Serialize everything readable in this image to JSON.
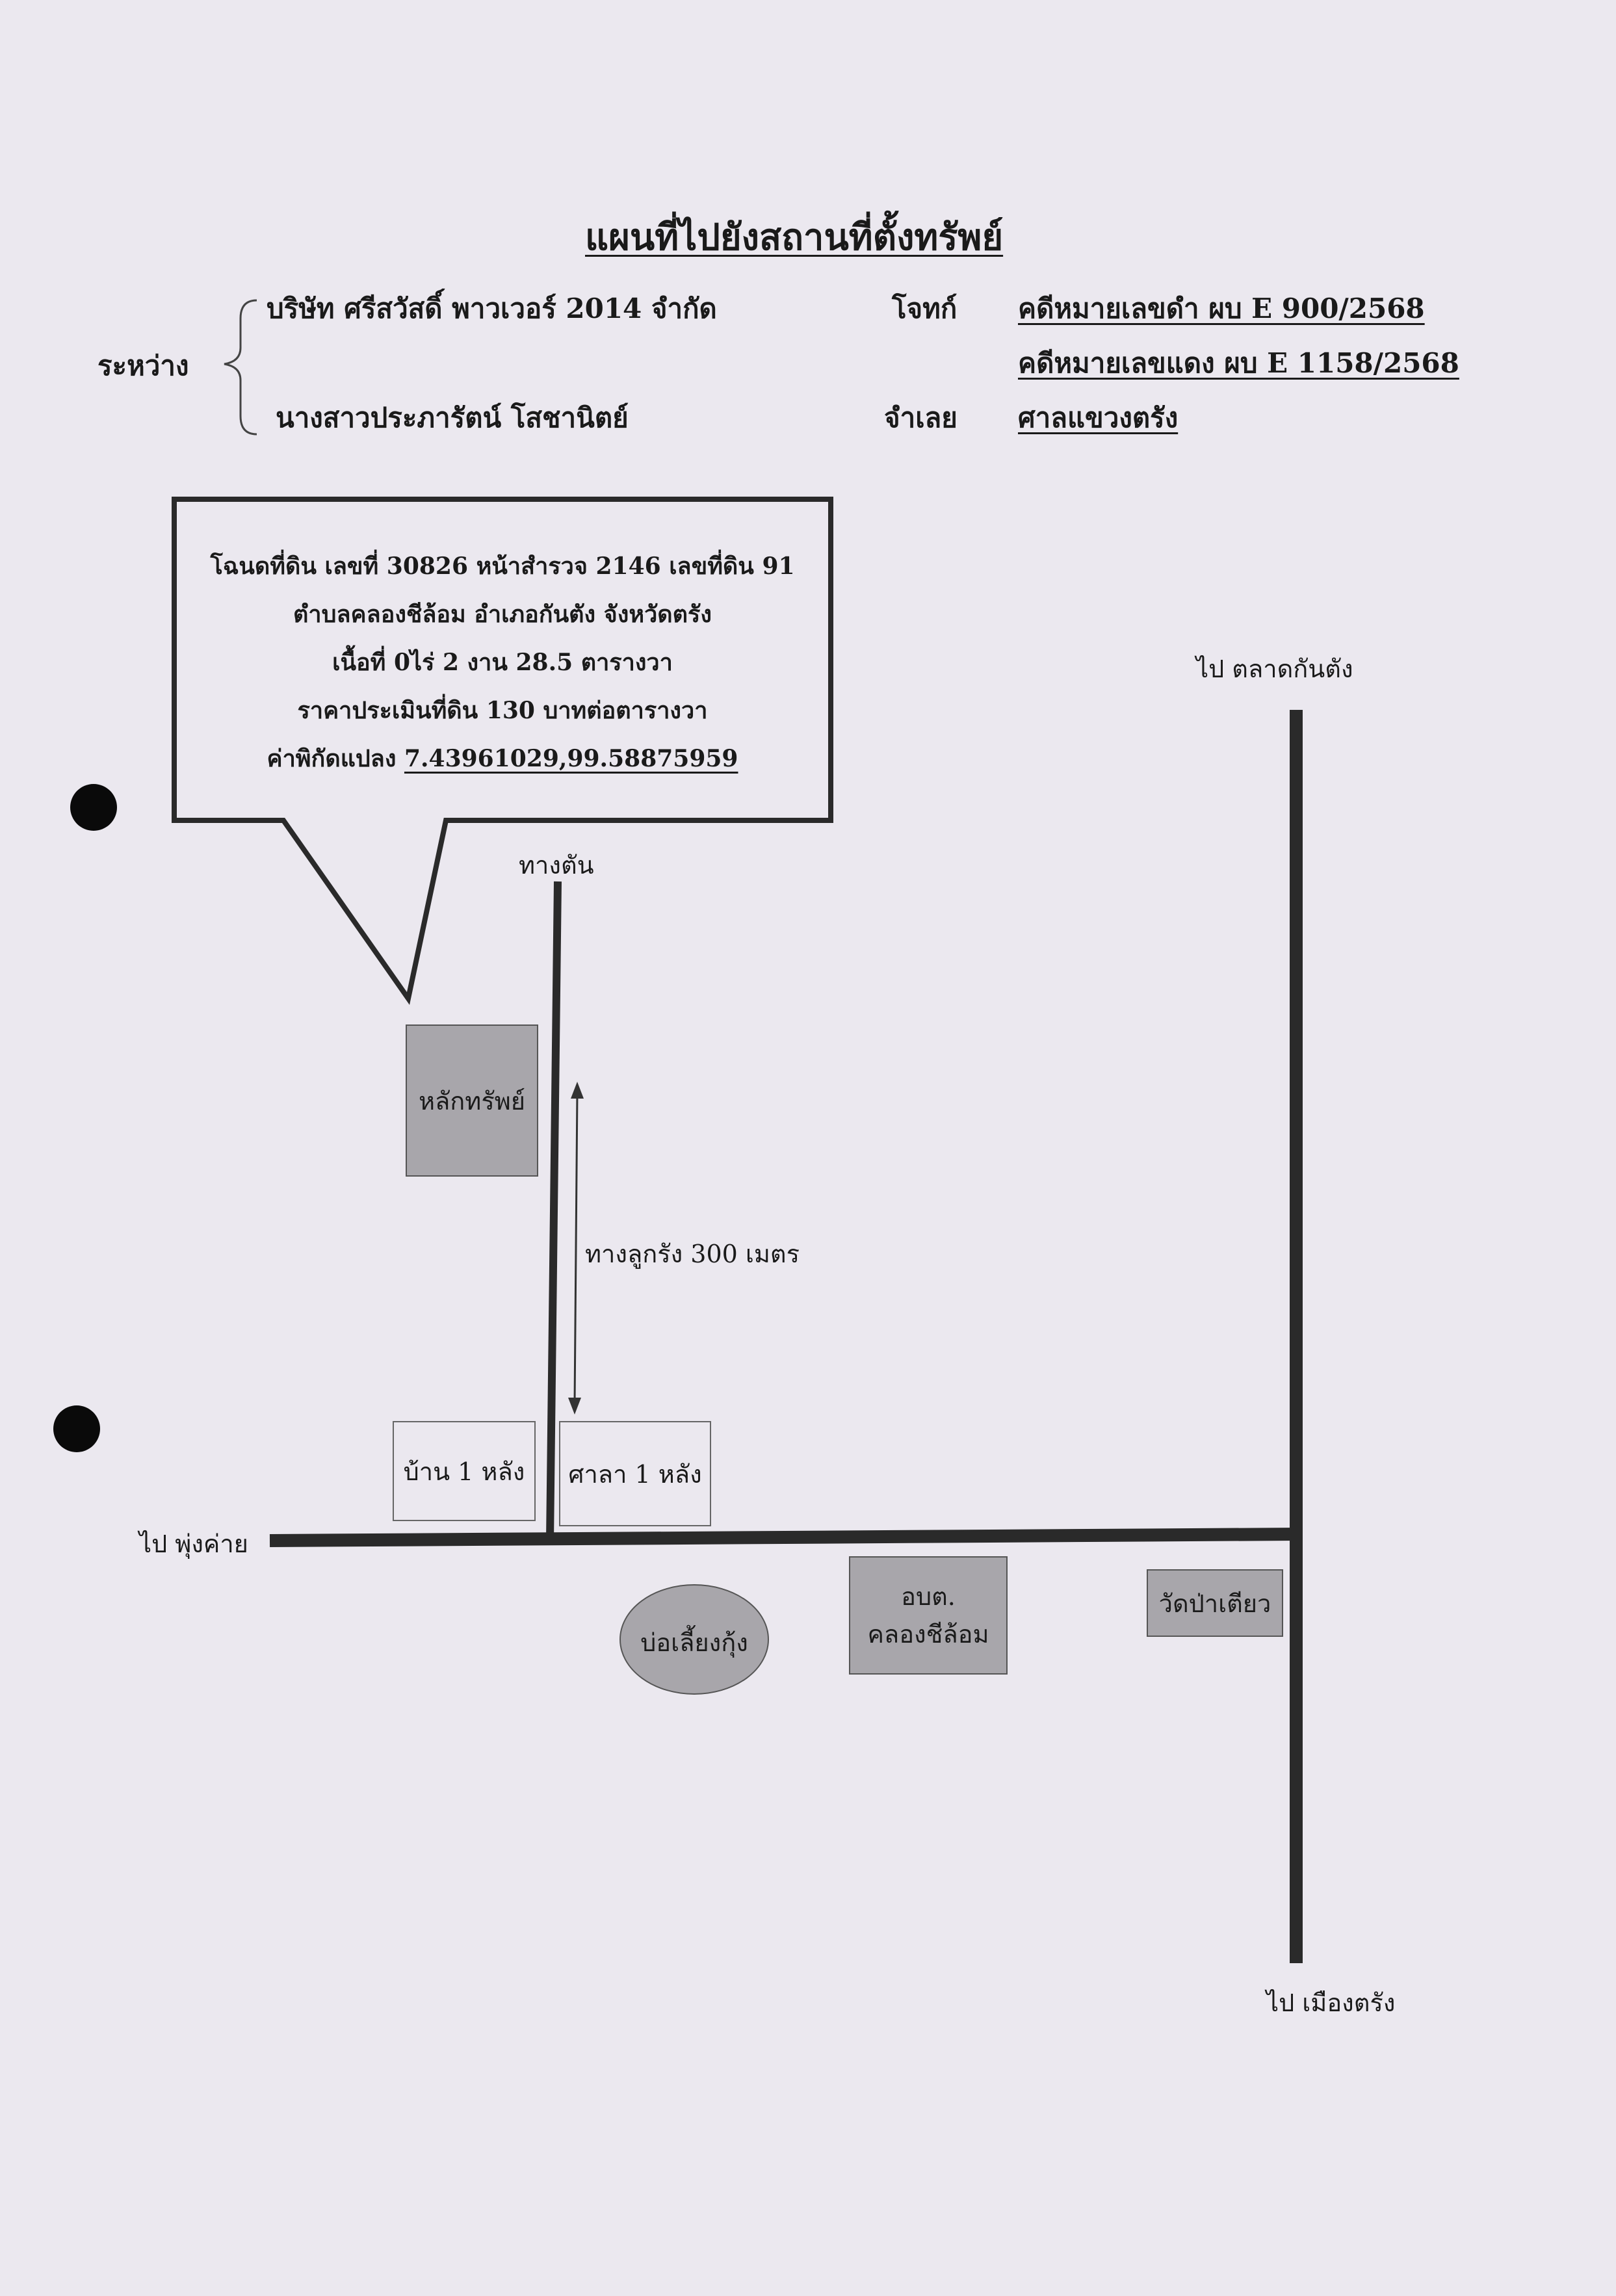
{
  "title": "แผนที่ไปยังสถานที่ตั้งทรัพย์",
  "header": {
    "between_label": "ระหว่าง",
    "plaintiff_name": "บริษัท ศรีสวัสดิ์ พาวเวอร์ 2014 จำกัด",
    "plaintiff_role": "โจทก์",
    "defendant_name": "นางสาวประภารัตน์ โสชานิตย์",
    "defendant_role": "จำเลย",
    "case_black": "คดีหมายเลขดำ ผบ E 900/2568",
    "case_red": "คดีหมายเลขแดง ผบ E 1158/2568",
    "court": "ศาลแขวงตรัง"
  },
  "callout": {
    "line1": "โฉนดที่ดิน เลขที่ 30826 หน้าสำรวจ 2146 เลขที่ดิน 91",
    "line2": "ตำบลคลองชีล้อม  อำเภอกันตัง จังหวัดตรัง",
    "line3": "เนื้อที่ 0ไร่ 2 งาน 28.5 ตารางวา",
    "line4": "ราคาประเมินที่ดิน 130 บาทต่อตารางวา",
    "coord_label": "ค่าพิกัดแปลง",
    "coord_value": "7.43961029,99.58875959"
  },
  "map": {
    "to_kantang_market": "ไป ตลาดกันตัง",
    "dead_end": "ทางตัน",
    "property_marker": "หลักทรัพย์",
    "laterite_road": "ทางลูกรัง 300 เมตร",
    "house": "บ้าน 1 หลัง",
    "pavilion": "ศาลา 1 หลัง",
    "to_phu_khai": "ไป พุ่งค่าย",
    "shrimp_pond": "บ่อเลี้ยงกุ้ง",
    "sao_line1": "อบต.",
    "sao_line2": "คลองชีล้อม",
    "temple": "วัดป่าเตียว",
    "to_mueang_trang": "ไป เมืองตรัง"
  },
  "colors": {
    "background": "#ebe8ef",
    "road": "#2a2a2a",
    "landmark_fill": "#a8a6ab"
  }
}
